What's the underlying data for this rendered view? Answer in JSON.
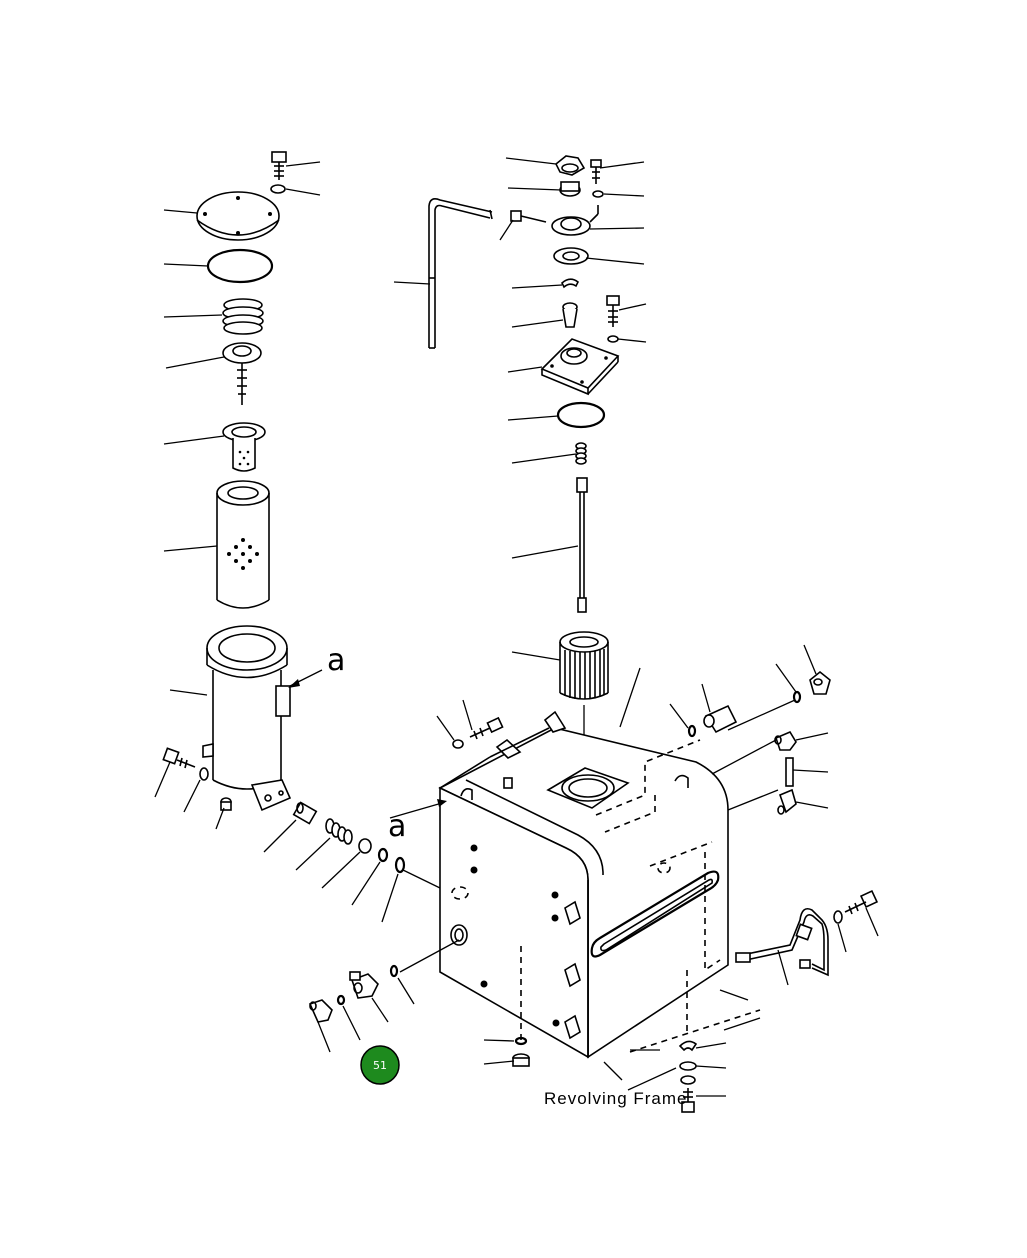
{
  "labels": {
    "callout_a_top": "a",
    "callout_a_bottom": "a",
    "revolving_frame": "Revolving Frame"
  },
  "badge": {
    "number": "51",
    "color": "#1e8a1e"
  }
}
